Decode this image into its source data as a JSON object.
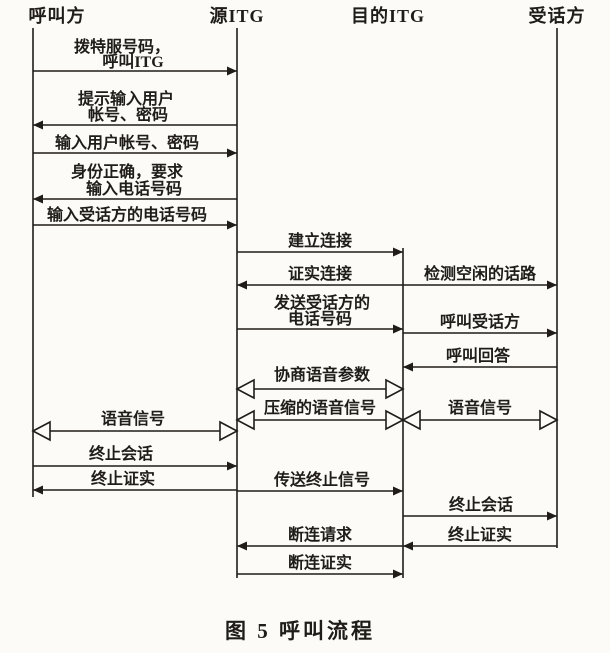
{
  "colors": {
    "ink": "#201d19",
    "paper": "#fcfbf8"
  },
  "diagram": {
    "participants": {
      "caller": "呼叫方",
      "source_itg": "源ITG",
      "dest_itg": "目的ITG",
      "callee": "受话方"
    },
    "messages": {
      "dial_service_number_1": "拨特服号码，",
      "dial_service_number_2": "呼叫ITG",
      "prompt_account_1": "提示输入用户",
      "prompt_account_2": "帐号、密码",
      "enter_account": "输入用户帐号、密码",
      "identity_ok_1": "身份正确，要求",
      "identity_ok_2": "输入电话号码",
      "enter_callee_number": "输入受话方的电话号码",
      "establish_connection": "建立连接",
      "confirm_connection": "证实连接",
      "detect_idle_channel": "检测空闲的话路",
      "send_callee_number_1": "发送受话方的",
      "send_callee_number_2": "电话号码",
      "call_callee": "呼叫受话方",
      "call_answer": "呼叫回答",
      "negotiate_voice_params": "协商语音参数",
      "voice_signal_left": "语音信号",
      "compressed_voice_signal": "压缩的语音信号",
      "voice_signal_right": "语音信号",
      "end_session_left": "终止会话",
      "end_confirm_left": "终止证实",
      "send_end_signal": "传送终止信号",
      "end_session_right": "终止会话",
      "disconnect_request": "断连请求",
      "end_confirm_right": "终止证实",
      "disconnect_confirm": "断连证实"
    },
    "caption": "图 5  呼叫流程"
  }
}
